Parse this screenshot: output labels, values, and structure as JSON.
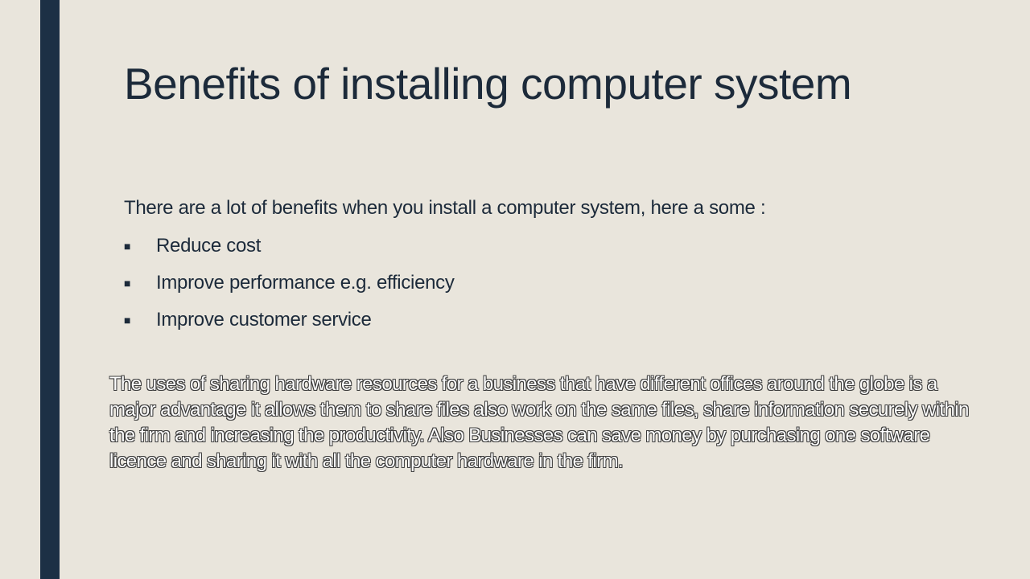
{
  "slide": {
    "title": "Benefits of installing computer system",
    "intro": "There are a lot of benefits when you install a computer system, here a some :",
    "bullet_marker": "■",
    "bullets": [
      "Reduce cost",
      "Improve performance e.g. efficiency",
      "Improve customer service"
    ],
    "paragraph": "The uses of sharing hardware resources for a business that have different offices around the globe is a major advantage it allows them to share files also work on the same files, share information securely within the firm and increasing the productivity. Also Businesses can save money by purchasing one software licence and sharing it  with all the computer hardware in the firm."
  },
  "colors": {
    "background": "#e9e5dc",
    "accent_bar": "#1c3045",
    "text": "#1c2a3a"
  }
}
